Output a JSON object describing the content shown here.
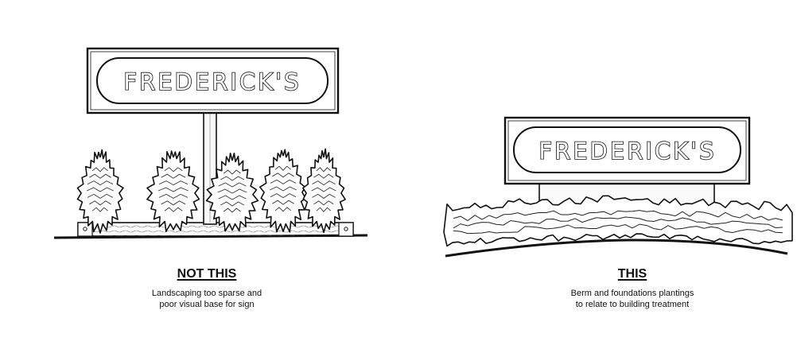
{
  "left_panel": {
    "sign_text": "FREDERICK'S",
    "caption_title": "NOT THIS",
    "caption_line_1": "Landscaping too sparse and",
    "caption_line_2": "poor visual base for sign"
  },
  "right_panel": {
    "sign_text": "FREDERICK'S",
    "caption_title": "THIS",
    "caption_line_1": "Berm and foundations plantings",
    "caption_line_2": "to relate to building treatment"
  },
  "colors": {
    "ink": "#111111",
    "paper": "#ffffff",
    "wood": "#f4f1ea"
  }
}
